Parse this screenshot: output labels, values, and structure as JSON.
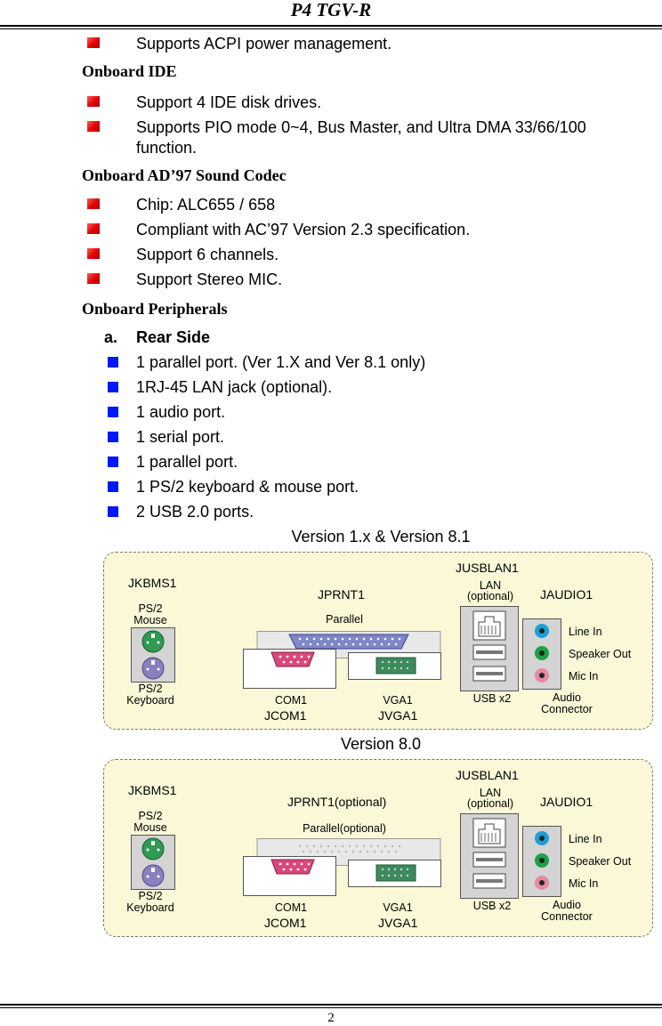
{
  "header": {
    "title": "P4 TGV-R"
  },
  "top_items": [
    "Supports ACPI power management."
  ],
  "ide": {
    "heading": "Onboard IDE",
    "items": [
      "Support 4 IDE disk drives.",
      "Supports PIO mode 0~4, Bus Master, and Ultra DMA 33/66/100",
      "function."
    ]
  },
  "codec": {
    "heading": "Onboard AD’97 Sound Codec",
    "items": [
      "Chip: ALC655 / 658",
      "Compliant with AC’97 Version 2.3 specification.",
      "Support 6 channels.",
      "Support Stereo MIC."
    ]
  },
  "peripherals": {
    "heading": "Onboard Peripherals",
    "sub_marker": "a.",
    "sub_heading": "Rear Side",
    "items": [
      "1 parallel port. (Ver 1.X and Ver 8.1 only)",
      "1RJ-45 LAN jack (optional).",
      "1 audio port.",
      "1 serial port.",
      "1 parallel port.",
      "1 PS/2 keyboard & mouse port.",
      "2 USB 2.0 ports."
    ]
  },
  "diagram1": {
    "caption": "Version 1.x & Version 8.1",
    "jkbms": "JKBMS1",
    "ps2_mouse": "PS/2\nMouse",
    "ps2_kb": "PS/2\nKeyboard",
    "jprnt": "JPRNT1",
    "parallel": "Parallel",
    "com": "COM1",
    "jcom": "JCOM1",
    "vga": "VGA1",
    "jvga": "JVGA1",
    "jusblan": "JUSBLAN1",
    "lan": "LAN\n(optional)",
    "usb": "USB x2",
    "jaudio": "JAUDIO1",
    "line_in": "Line In",
    "speaker_out": "Speaker Out",
    "mic_in": "Mic In",
    "audio_conn": "Audio\nConnector"
  },
  "diagram2": {
    "caption": "Version 8.0",
    "jkbms": "JKBMS1",
    "ps2_mouse": "PS/2\nMouse",
    "ps2_kb": "PS/2\nKeyboard",
    "jprnt": "JPRNT1(optional)",
    "parallel": "Parallel(optional)",
    "com": "COM1",
    "jcom": "JCOM1",
    "vga": "VGA1",
    "jvga": "JVGA1",
    "jusblan": "JUSBLAN1",
    "lan": "LAN\n(optional)",
    "usb": "USB x2",
    "jaudio": "JAUDIO1",
    "line_in": "Line In",
    "speaker_out": "Speaker Out",
    "mic_in": "Mic In",
    "audio_conn": "Audio\nConnector"
  },
  "footer": {
    "page_number": "2"
  },
  "colors": {
    "panel_bg": "#fbf8d8",
    "mouse_green": "#2f9a52",
    "kb_purple": "#8a7fbf",
    "vga_green": "#3e8a5e",
    "com_pink": "#d9487a",
    "parallel_blue": "#7f86c9",
    "jack_blue": "#19a0d8",
    "jack_green": "#1aa04a",
    "jack_pink": "#e58aa0"
  }
}
